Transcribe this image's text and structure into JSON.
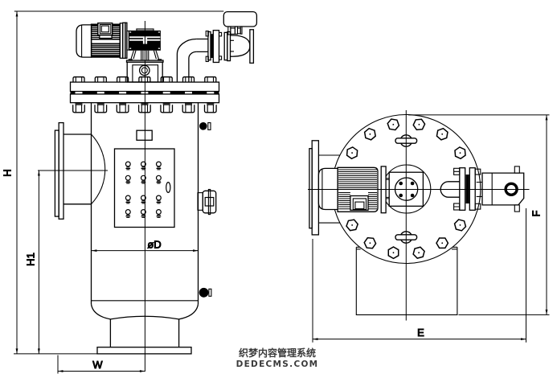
{
  "drawing": {
    "type": "technical-engineering-drawing",
    "background": "#ffffff",
    "line_color": "#000000",
    "views": {
      "front_view": "elevation of filter vessel with motor drive, elbow pipe and valve",
      "side_view": "end view with circular flange, motor and drain valve"
    },
    "labels": {
      "h": "H",
      "h1": "H1",
      "w": "W",
      "d": "øD",
      "e": "E",
      "f": "F"
    },
    "watermark": {
      "line1": "织梦内容管理系统",
      "line2": "DEDECMS.COM",
      "color": "#3b3b3b"
    }
  }
}
